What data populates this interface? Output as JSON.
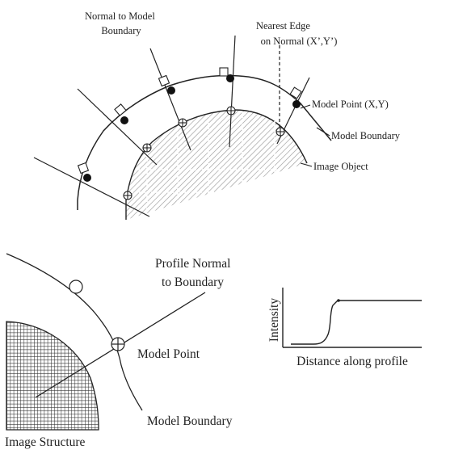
{
  "top_panel": {
    "labels": {
      "normal": [
        "Normal to Model",
        "Boundary"
      ],
      "nearest_edge": [
        "Nearest Edge",
        "on Normal (X’,Y’)"
      ],
      "model_point": "Model Point (X,Y)",
      "model_boundary": "Model Boundary",
      "image_object": "Image Object"
    }
  },
  "bottom_left_panel": {
    "labels": {
      "profile_normal": [
        "Profile Normal",
        "to Boundary"
      ],
      "model_point": "Model Point",
      "model_boundary": "Model Boundary",
      "image_structure": "Image Structure"
    }
  },
  "intensity_plot": {
    "ylabel": "Intensity",
    "xlabel": "Distance along profile"
  },
  "colors": {
    "ink": "#222222",
    "fill": "#bbbbbb"
  }
}
